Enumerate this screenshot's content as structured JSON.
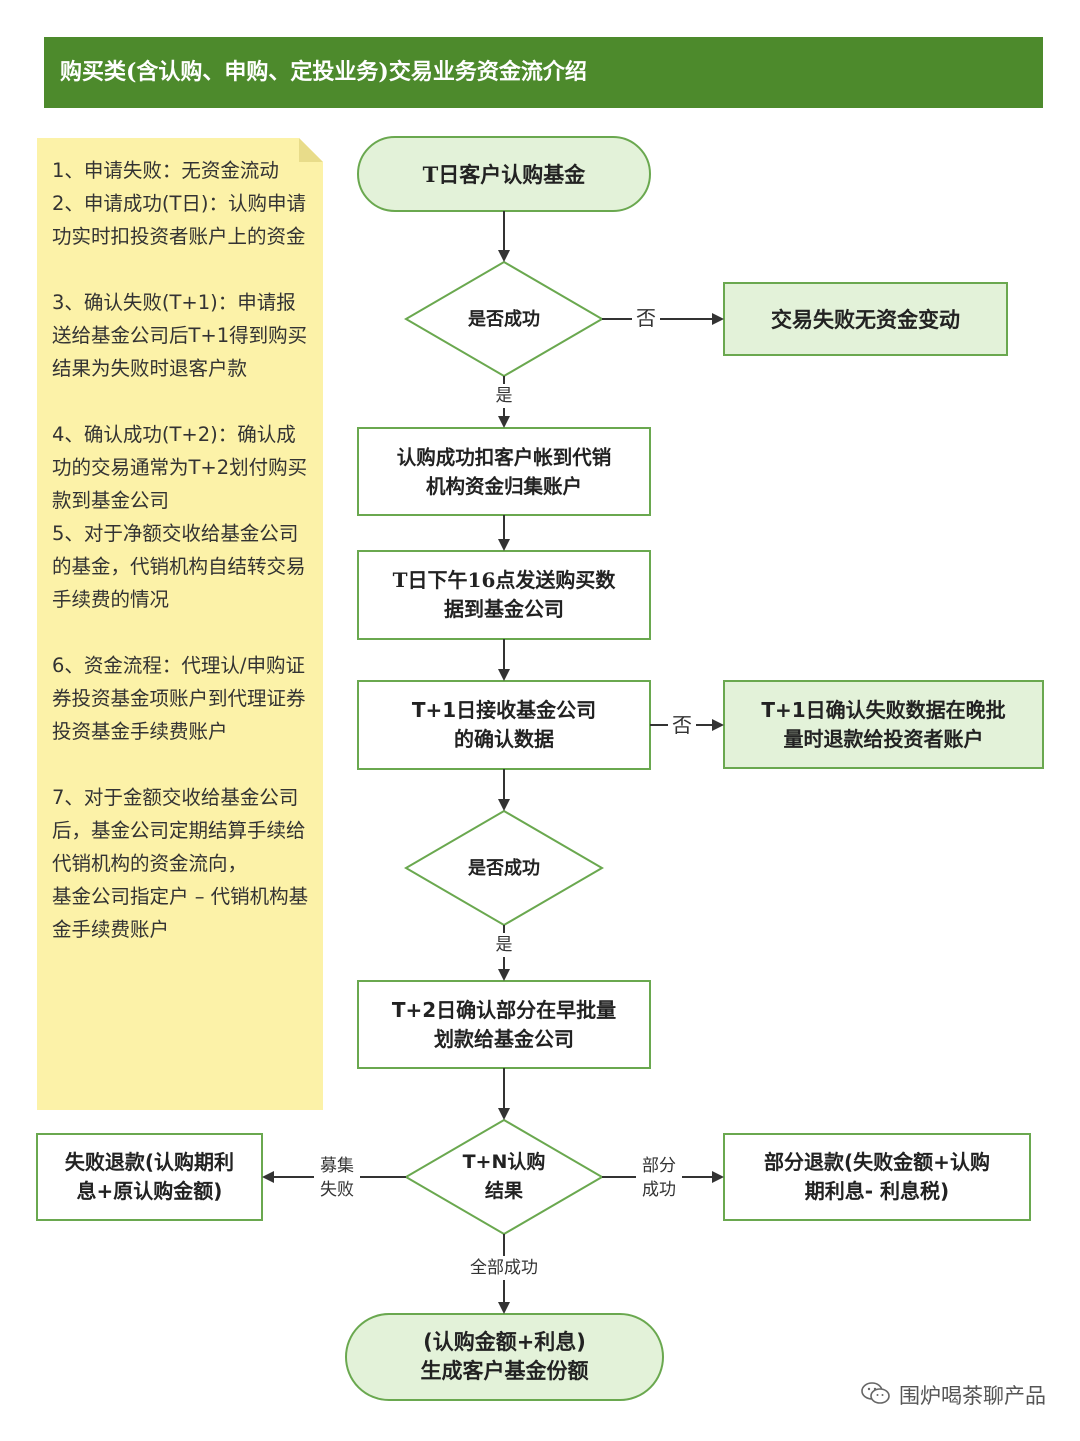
{
  "header": {
    "title": "购买类(含认购、申购、定投业务)交易业务资金流介绍"
  },
  "note": {
    "text": "1、申请失败：无资金流动\n2、申请成功(T日)：认购申请功实时扣投资者账户上的资金\n\n3、确认失败(T+1)：申请报送给基金公司后T+1得到购买结果为失败时退客户款\n\n4、确认成功(T+2)：确认成功的交易通常为T+2划付购买款到基金公司\n5、对于净额交收给基金公司的基金，代销机构自结转交易手续费的情况\n\n6、资金流程：代理认/申购证券投资基金项账户到代理证券投资基金手续费账户\n\n7、对于金额交收给基金公司后，基金公司定期结算手续给代销机构的资金流向，\n基金公司指定户 – 代销机构基金手续费账户"
  },
  "nodes": {
    "start": "T日客户认购基金",
    "decision1": "是否成功",
    "fail1": "交易失败无资金变动",
    "step1": "认购成功扣客户帐到代销\n机构资金归集账户",
    "step2": "T日下午16点发送购买数\n据到基金公司",
    "step3": "T+1日接收基金公司\n的确认数据",
    "fail2": "T+1日确认失败数据在晚批\n量时退款给投资者账户",
    "decision2": "是否成功",
    "step4": "T+2日确认部分在早批量\n划款给基金公司",
    "decision3": "T+N认购\n结果",
    "refund_fail": "失败退款(认购期利\n息+原认购金额)",
    "refund_partial": "部分退款(失败金额+认购\n期利息- 利息税)",
    "end": "(认购金额+利息)\n生成客户基金份额"
  },
  "edges": {
    "no1": "否",
    "yes1": "是",
    "no2": "否",
    "yes2": "是",
    "raise_fail": "募集\n失败",
    "partial_success": "部分\n成功",
    "all_success": "全部成功"
  },
  "watermark": {
    "text": "围炉喝茶聊产品",
    "icon": "wechat-icon"
  },
  "colors": {
    "header": "#4d8a2c",
    "node_fill": "#e3f2d9",
    "node_border": "#6aa84f",
    "note": "#fcf2a8"
  }
}
